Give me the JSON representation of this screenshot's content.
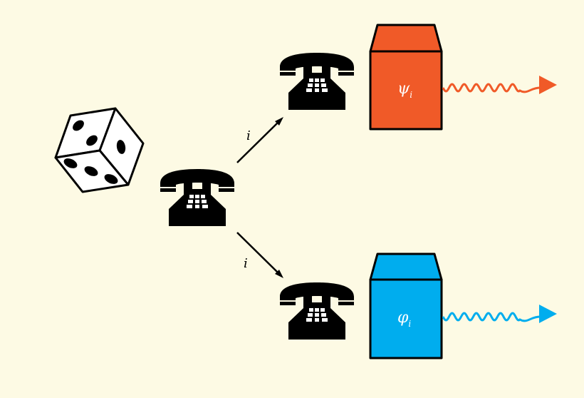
{
  "edges": {
    "upper_label": "i",
    "lower_label": "i"
  },
  "boxes": [
    {
      "label": "ψ",
      "subscript": "i",
      "color": "#f05a28"
    },
    {
      "label": "φ",
      "subscript": "i",
      "color": "#00adee"
    }
  ],
  "icons": [
    "dice-icon",
    "telephone-icon"
  ],
  "colors": {
    "background": "#fdfae4",
    "stroke": "#000000"
  }
}
